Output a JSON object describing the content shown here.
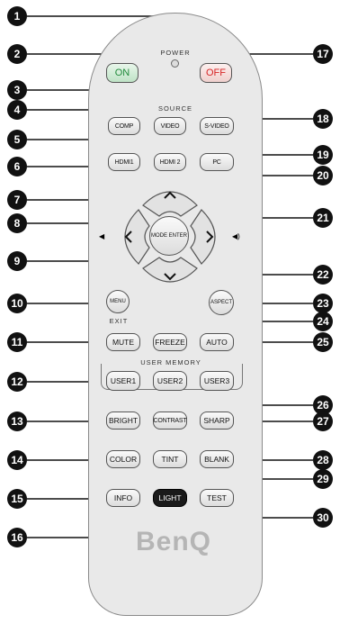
{
  "buttons": {
    "on": "ON",
    "off": "OFF",
    "comp": "COMP",
    "video": "VIDEO",
    "svideo": "S-VIDEO",
    "hdmi1": "HDMI1",
    "hdmi2": "HDMI 2",
    "pc": "PC",
    "mode_enter": "MODE ENTER",
    "menu": "MENU",
    "aspect": "ASPECT",
    "mute": "MUTE",
    "freeze": "FREEZE",
    "auto": "AUTO",
    "user1": "USER1",
    "user2": "USER2",
    "user3": "USER3",
    "bright": "BRIGHT",
    "contrast": "CONTRAST",
    "sharp": "SHARP",
    "color": "COLOR",
    "tint": "TINT",
    "blank": "BLANK",
    "info": "INFO",
    "light": "LIGHT",
    "test": "TEST"
  },
  "labels": {
    "power": "POWER",
    "source": "SOURCE",
    "exit": "EXIT",
    "user_memory": "USER MEMORY"
  },
  "brand": "BenQ",
  "callouts": [
    "1",
    "2",
    "3",
    "4",
    "5",
    "6",
    "7",
    "8",
    "9",
    "10",
    "11",
    "12",
    "13",
    "14",
    "15",
    "16",
    "17",
    "18",
    "19",
    "20",
    "21",
    "22",
    "23",
    "24",
    "25",
    "26",
    "27",
    "28",
    "29",
    "30"
  ]
}
